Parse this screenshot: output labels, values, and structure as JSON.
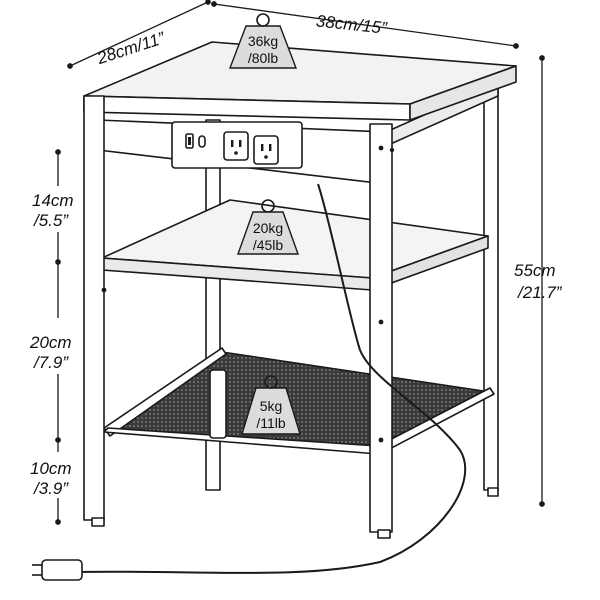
{
  "dimensions": {
    "depth": "28cm/11”",
    "width": "38cm/15”",
    "height_value": "55cm",
    "height_imperial": "/21.7”",
    "upper_gap_value": "14cm",
    "upper_gap_imperial": "/5.5”",
    "middle_gap_value": "20cm",
    "middle_gap_imperial": "/7.9”",
    "bottom_gap_value": "10cm",
    "bottom_gap_imperial": "/3.9”"
  },
  "load_capacities": {
    "top": {
      "kg": "36kg",
      "lb": "/80lb"
    },
    "middle": {
      "kg": "20kg",
      "lb": "/45lb"
    },
    "bottom": {
      "kg": "5kg",
      "lb": "/11lb"
    }
  },
  "colors": {
    "line": "#1a1a1a",
    "mesh": "#2b2b2b",
    "weight_fill": "#dcdcdc"
  }
}
